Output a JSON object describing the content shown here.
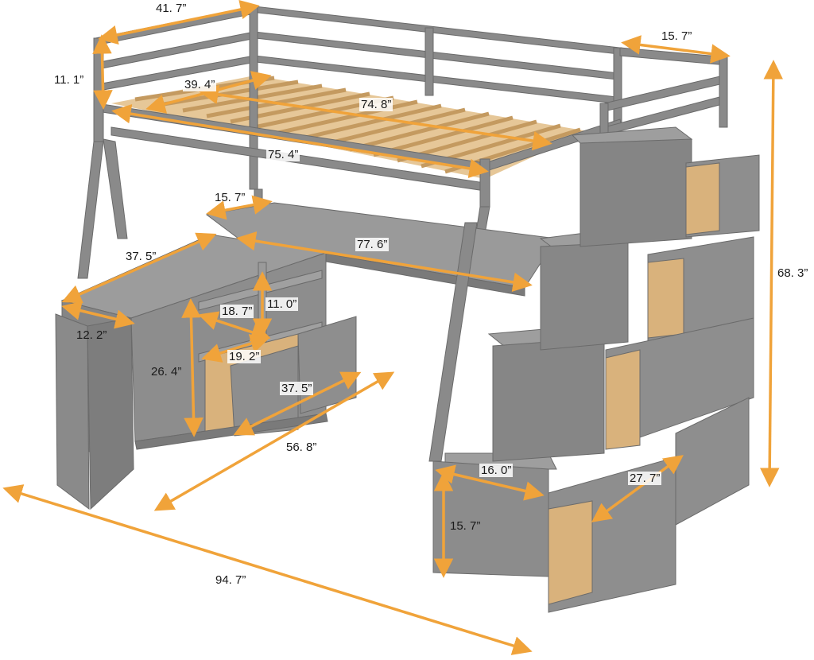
{
  "colors": {
    "frame": "#8a8a8a",
    "frame_dark": "#6b6b6b",
    "frame_light": "#a3a3a3",
    "wood": "#d9b27c",
    "wood_dark": "#c49a60",
    "arrow": "#f0a33a",
    "text": "#1a1a1a"
  },
  "dimensions": {
    "top_width": "41. 7”",
    "top_height": "11. 1”",
    "slat_width": "39. 4”",
    "slat_length": "74. 8”",
    "rail_length": "75. 4”",
    "right_depth_top": "15. 7”",
    "overall_height": "68. 3”",
    "desk_depth": "15. 7”",
    "desk_length": "77. 6”",
    "cabinet_length": "37. 5”",
    "cabinet_depth": "12. 2”",
    "shelf_diag": "18. 7”",
    "shelf_height": "11. 0”",
    "shelf_width": "19. 2”",
    "cabinet_height": "26. 4”",
    "drawer_length": "37. 5”",
    "desk_total": "56. 8”",
    "overall_length": "94. 7”",
    "step_depth": "16. 0”",
    "step_drawer": "27. 7”",
    "step_height": "15. 7”"
  }
}
